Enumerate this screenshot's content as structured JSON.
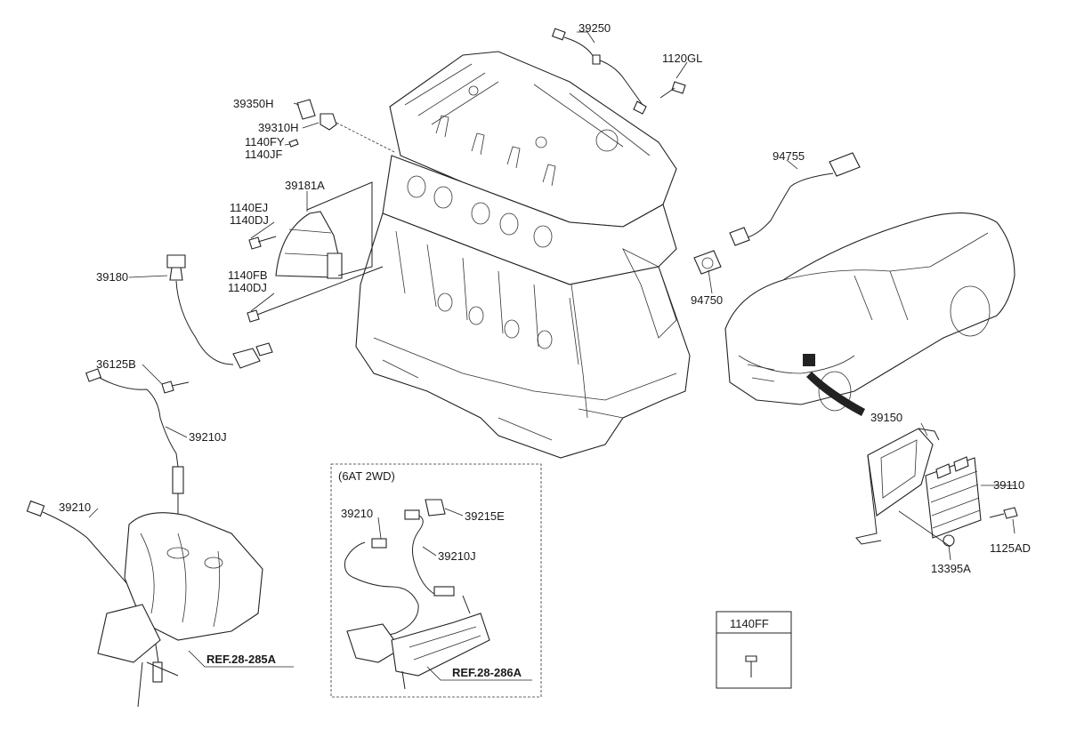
{
  "labels": {
    "p39250": "39250",
    "p1120GL": "1120GL",
    "p39350H": "39350H",
    "p39310H": "39310H",
    "p1140FY": "1140FY",
    "p1140JF": "1140JF",
    "p39181A": "39181A",
    "p1140EJ": "1140EJ",
    "p1140DJ_a": "1140DJ",
    "p1140FB": "1140FB",
    "p1140DJ_b": "1140DJ",
    "p39180": "39180",
    "p36125B": "36125B",
    "p39210J": "39210J",
    "p39210": "39210",
    "ref_28_285A": "REF.28-285A",
    "box_title": "(6AT 2WD)",
    "box_39210": "39210",
    "box_39215E": "39215E",
    "box_39210J": "39210J",
    "ref_28_286A": "REF.28-286A",
    "p94755": "94755",
    "p94750": "94750",
    "p39150": "39150",
    "p39110": "39110",
    "p1125AD": "1125AD",
    "p13395A": "13395A",
    "p1140FF": "1140FF"
  }
}
